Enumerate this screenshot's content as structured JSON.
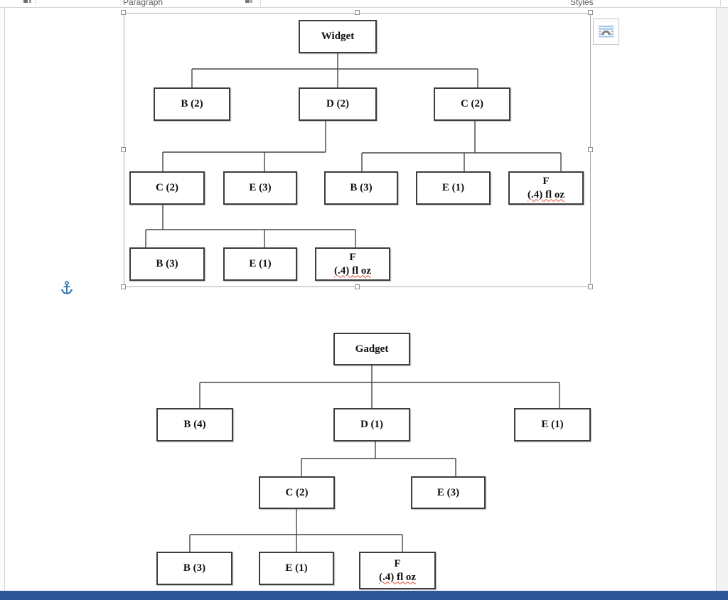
{
  "ribbon": {
    "groups": [
      {
        "label": "Paragraph"
      },
      {
        "label": "Styles"
      }
    ]
  },
  "widget_chart": {
    "nodes": [
      {
        "id": "n0",
        "label": "Widget",
        "parent": null
      },
      {
        "id": "n1",
        "label": "B (2)",
        "parent": "n0"
      },
      {
        "id": "n2",
        "label": "D (2)",
        "parent": "n0"
      },
      {
        "id": "n3",
        "label": "C (2)",
        "parent": "n0"
      },
      {
        "id": "n4",
        "label": "C (2)",
        "parent": "n2"
      },
      {
        "id": "n5",
        "label": "E (3)",
        "parent": "n2"
      },
      {
        "id": "n6",
        "label": "B (3)",
        "parent": "n3"
      },
      {
        "id": "n7",
        "label": "E (1)",
        "parent": "n3"
      },
      {
        "id": "n8",
        "label": "F",
        "sub": "(.4) fl oz",
        "parent": "n3"
      },
      {
        "id": "n9",
        "label": "B (3)",
        "parent": "n4"
      },
      {
        "id": "n10",
        "label": "E (1)",
        "parent": "n4"
      },
      {
        "id": "n11",
        "label": "F",
        "sub": "(.4) fl oz",
        "parent": "n4"
      }
    ]
  },
  "gadget_chart": {
    "nodes": [
      {
        "id": "g0",
        "label": "Gadget",
        "parent": null
      },
      {
        "id": "g1",
        "label": "B (4)",
        "parent": "g0"
      },
      {
        "id": "g2",
        "label": "D (1)",
        "parent": "g0"
      },
      {
        "id": "g3",
        "label": "E (1)",
        "parent": "g0"
      },
      {
        "id": "g4",
        "label": "C (2)",
        "parent": "g2"
      },
      {
        "id": "g5",
        "label": "E (3)",
        "parent": "g2"
      },
      {
        "id": "g6",
        "label": "B (3)",
        "parent": "g4"
      },
      {
        "id": "g7",
        "label": "E (1)",
        "parent": "g4"
      },
      {
        "id": "g8",
        "label": "F",
        "sub": "(.4) fl oz",
        "parent": "g4"
      }
    ]
  },
  "icons": {
    "anchor": "anchor-icon",
    "layout_options": "layout-options-icon",
    "dialog_launcher": "dialog-launcher-icon"
  },
  "colors": {
    "status_bar_blue": "#2d5796",
    "anchor_blue": "#2e74b5",
    "layout_icon_stripe_blue": "#a5c6e7",
    "box_border": "#3d3d3d",
    "selection_gray": "#ababab",
    "misspell_red": "#e0492f"
  }
}
